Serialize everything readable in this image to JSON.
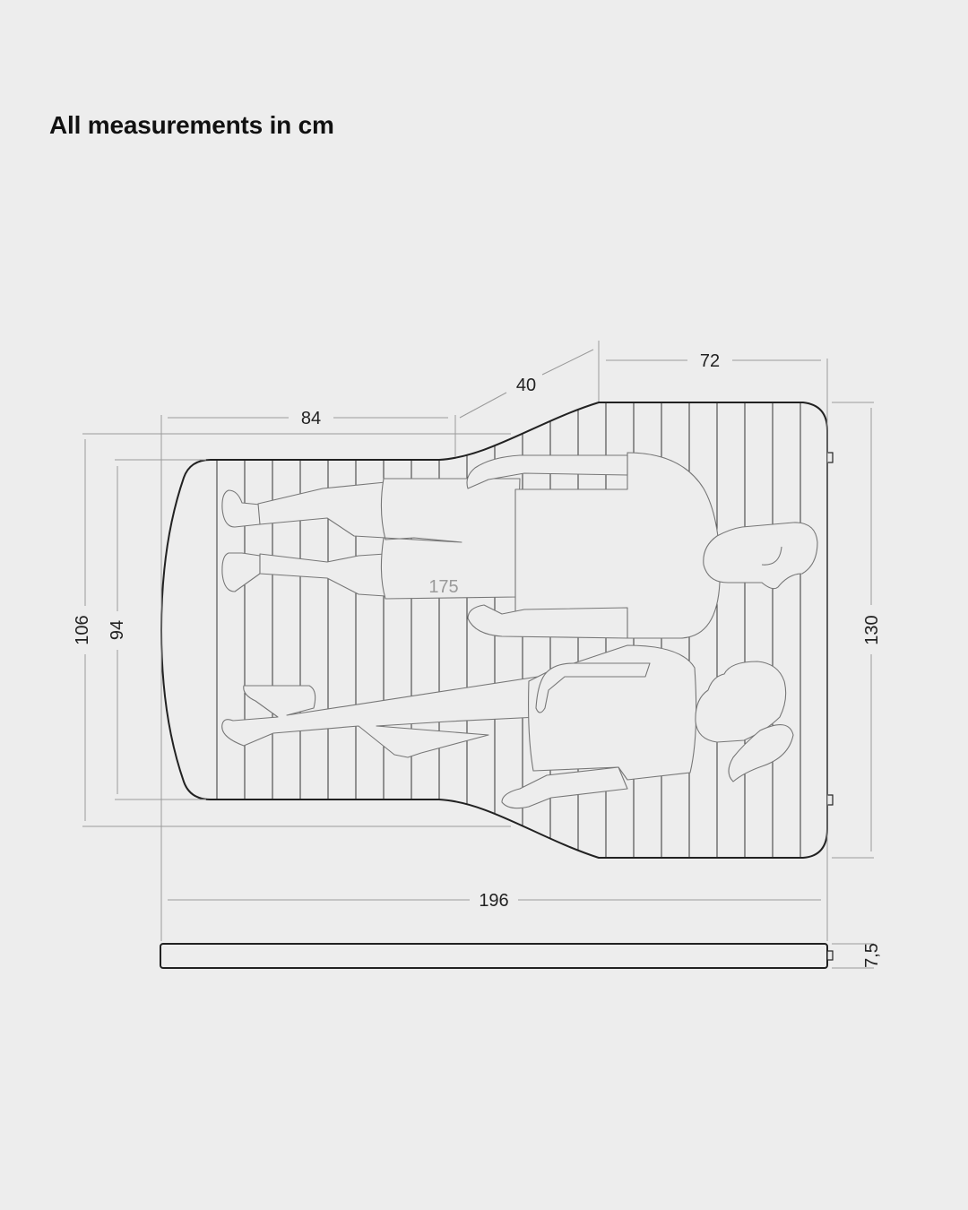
{
  "heading": "All measurements in cm",
  "dimensions": {
    "top_left_length": "84",
    "taper_length": "40",
    "top_right_length": "72",
    "total_length": "196",
    "outer_width_left": "106",
    "inner_width_left": "94",
    "width_right": "130",
    "thickness": "7,5",
    "person_height": "175"
  }
}
